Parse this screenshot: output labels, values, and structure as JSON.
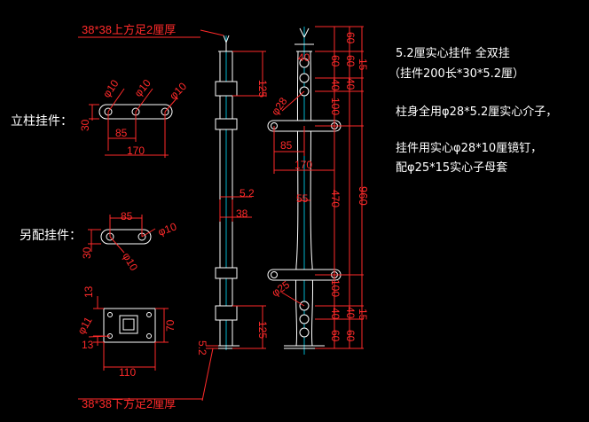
{
  "notes": {
    "line1": "5.2厘实心挂件 全双挂",
    "line2": "（挂件200长*30*5.2厘）",
    "line3": "柱身全用φ28*5.2厘实心介子，",
    "line4": "挂件用实心φ28*10厘镜钉，",
    "line5": "配φ25*15实心子母套"
  },
  "labels": {
    "post_fitting": "立柱挂件：",
    "extra_fitting": "另配挂件：",
    "top_foot": "38*38上方足2厘厚",
    "bottom_foot": "38*38下方足2厘厚"
  },
  "dims": {
    "d10a": "φ10",
    "d10b": "φ10",
    "d10c": "φ10",
    "v30a": "30",
    "h85a": "85",
    "h170a": "170",
    "d10d": "φ10",
    "d10e": "φ10",
    "v30b": "30",
    "h85b": "85",
    "v13a": "13",
    "d11": "φ11",
    "v13b": "13",
    "v70": "70",
    "h110": "110",
    "v125a": "125",
    "v125b": "125",
    "v5_2a": "5.2",
    "h5_2": "5.2",
    "h38": "38",
    "d28": "φ28",
    "d25": "φ25",
    "h85c": "85",
    "h170c": "170",
    "h55": "55",
    "v40a": "40",
    "v60a": "60",
    "v40b": "40",
    "v100a": "100",
    "v470": "470",
    "v100b": "100",
    "v40c": "40",
    "v60b": "60",
    "r60a": "60",
    "r60b": "60",
    "r40a": "40",
    "r15a": "15",
    "r40b": "40",
    "r15b": "15",
    "r60c": "60",
    "v960": "960"
  }
}
